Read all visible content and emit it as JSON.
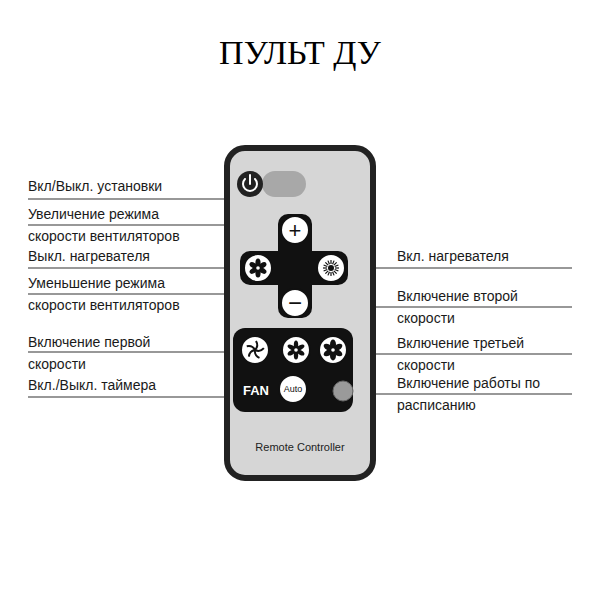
{
  "diagram": {
    "title": "ПУЛЬТ ДУ",
    "labels": [
      "Вкл/Выкл. установки",
      "Увеличение режима скорости вентиляторов",
      "Выкл. нагревателя",
      "Уменьшение режима скорости вентиляторов",
      "Включение первой скорости",
      "Вкл./Выкл. таймера",
      "Вкл. нагревателя",
      "Включение второй скорости",
      "Включение третьей скорости",
      "Включение работы по расписанию",
      "+",
      "−",
      "FAN",
      "Auto",
      "Remote Controller"
    ]
  }
}
